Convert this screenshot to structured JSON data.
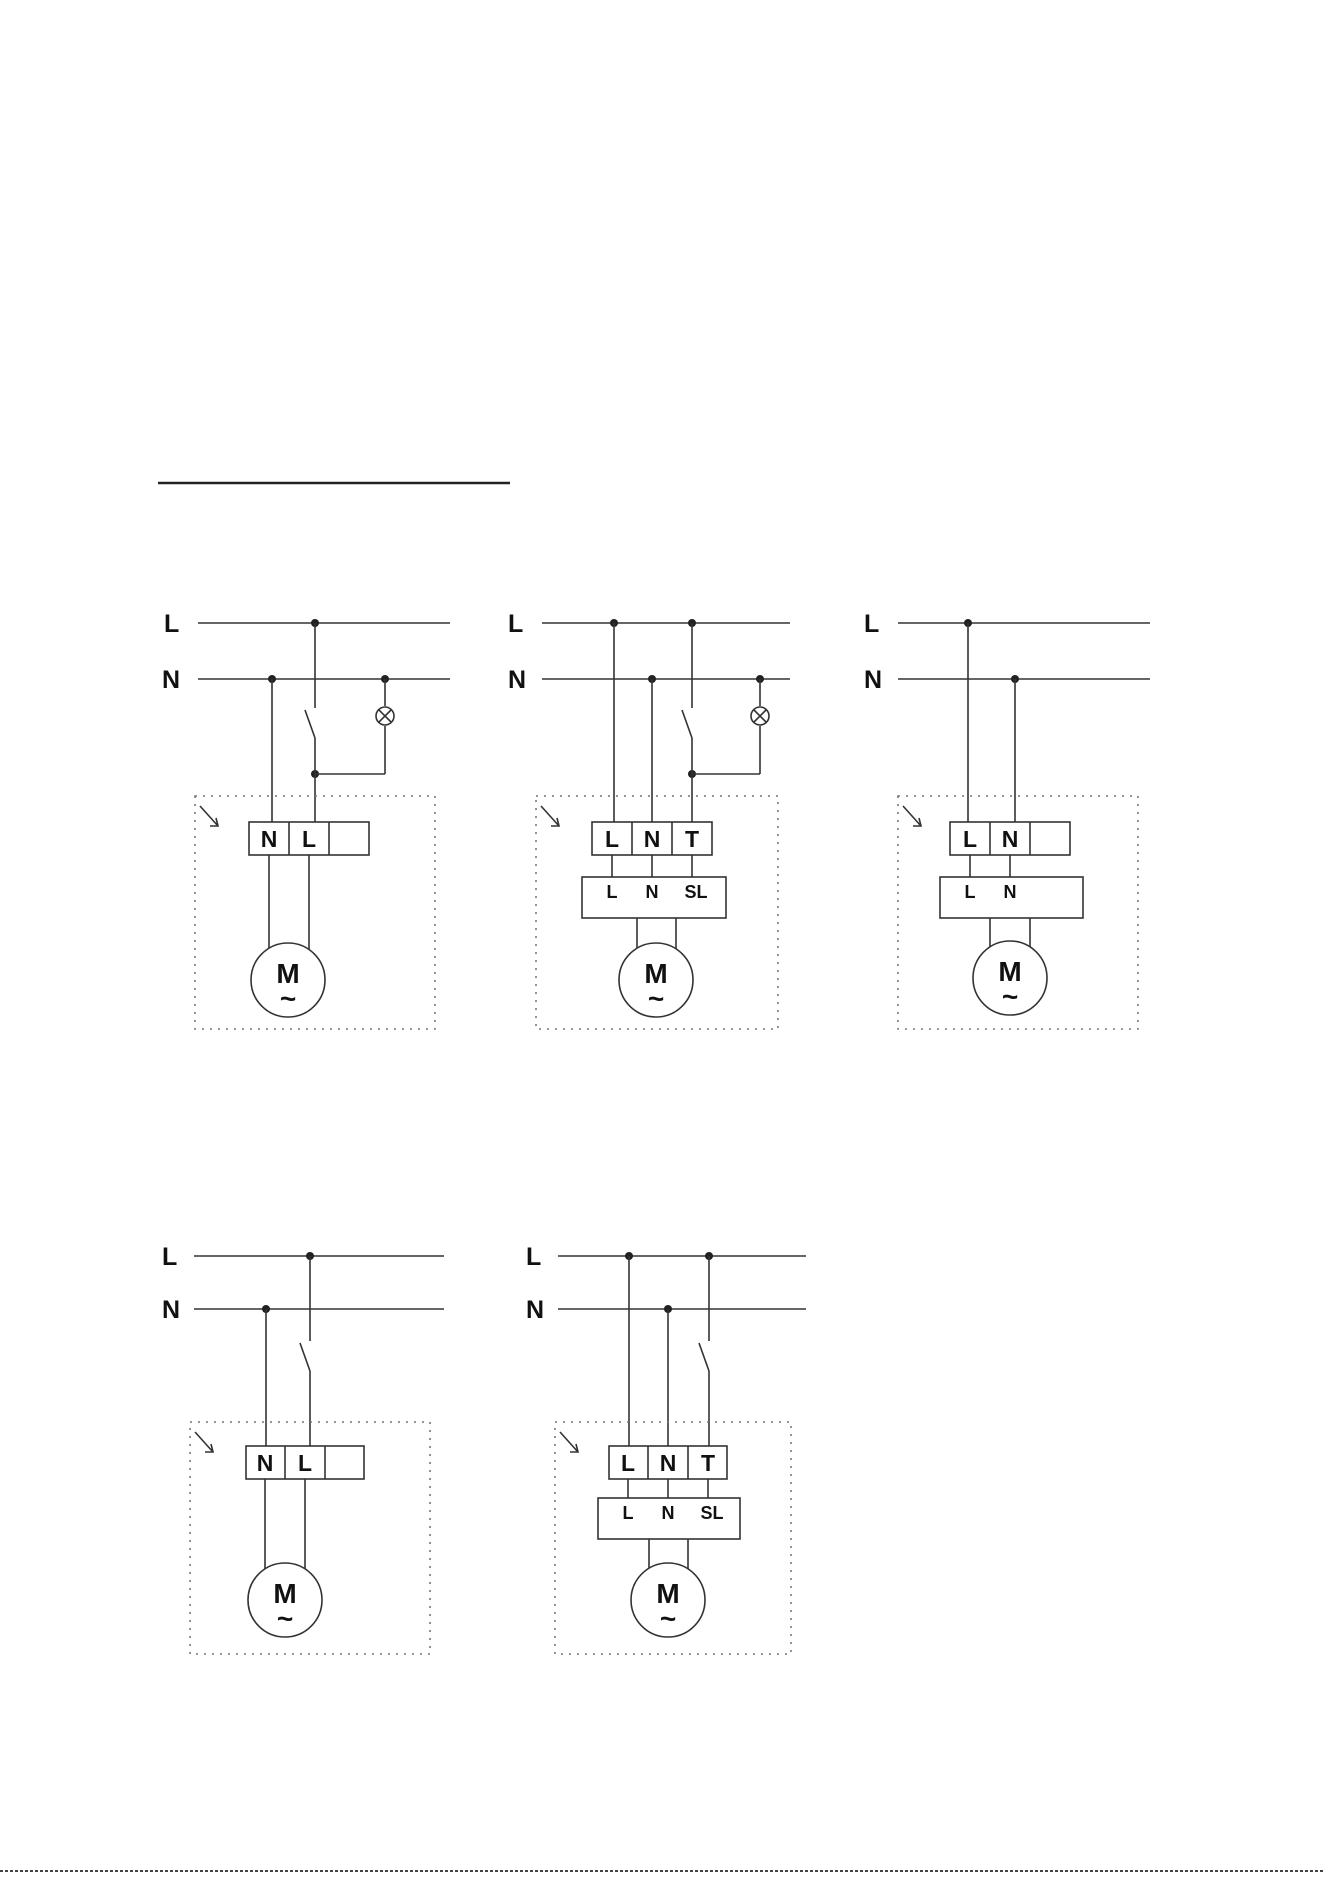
{
  "labels": {
    "rail_l": "L",
    "rail_n": "N",
    "term_n": "N",
    "term_l": "L",
    "term_t": "T",
    "sub_l": "L",
    "sub_n": "N",
    "sub_sl": "SL",
    "motor": "M",
    "motor_ac": "~"
  },
  "colors": {
    "line": "#333333",
    "dashed_frame": "#777777"
  }
}
